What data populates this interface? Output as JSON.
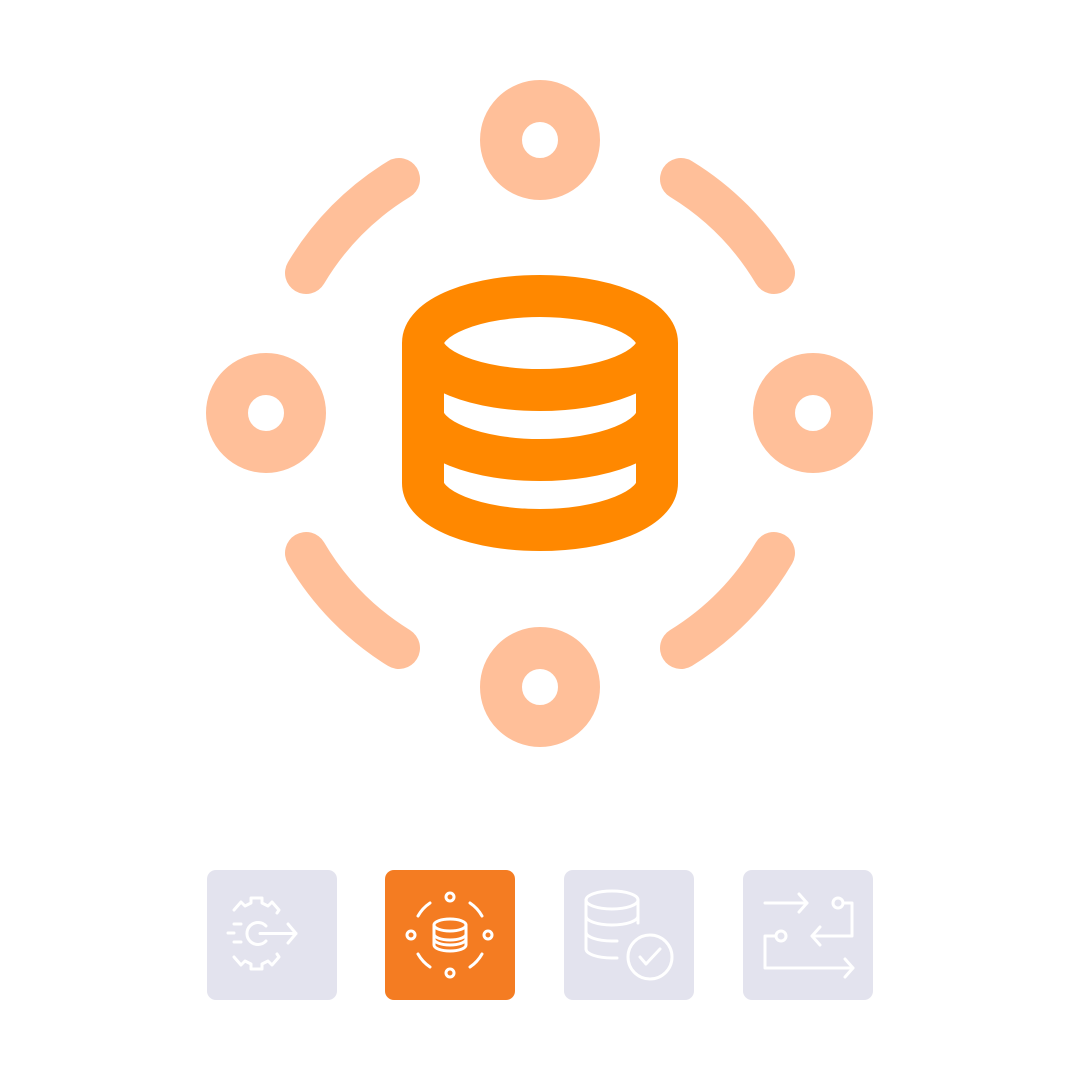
{
  "hero": {
    "icon": "database-network-icon",
    "label": "Database network",
    "colors": {
      "primary": "#FF8800",
      "secondary": "#FFBF99",
      "background": "#FFFFFF"
    }
  },
  "selector": {
    "selected_index": 1,
    "colors": {
      "tile_default": "#E3E3EE",
      "tile_selected": "#F47C22",
      "icon_stroke": "#FFFFFF"
    },
    "tiles": [
      {
        "icon": "gear-process-arrow-icon",
        "label": "Process integration",
        "selected": false
      },
      {
        "icon": "database-network-icon",
        "label": "Database network",
        "selected": true
      },
      {
        "icon": "database-check-icon",
        "label": "Database verified",
        "selected": false
      },
      {
        "icon": "workflow-arrows-icon",
        "label": "Data workflow",
        "selected": false
      }
    ]
  }
}
